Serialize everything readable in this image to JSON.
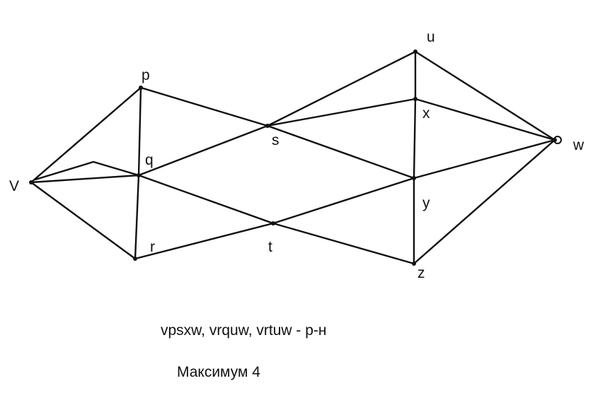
{
  "diagram": {
    "nodes": [
      {
        "id": "v",
        "label": "V"
      },
      {
        "id": "p",
        "label": "p"
      },
      {
        "id": "q",
        "label": "q"
      },
      {
        "id": "r",
        "label": "r"
      },
      {
        "id": "s",
        "label": "s"
      },
      {
        "id": "t",
        "label": "t"
      },
      {
        "id": "u",
        "label": "u"
      },
      {
        "id": "x",
        "label": "x"
      },
      {
        "id": "y",
        "label": "y"
      },
      {
        "id": "z",
        "label": "z"
      },
      {
        "id": "w",
        "label": "w"
      }
    ],
    "edges": [
      [
        "v",
        "p"
      ],
      [
        "v",
        "q"
      ],
      [
        "v",
        "r"
      ],
      [
        "p",
        "q"
      ],
      [
        "q",
        "r"
      ],
      [
        "p",
        "s"
      ],
      [
        "q",
        "s"
      ],
      [
        "q",
        "t"
      ],
      [
        "r",
        "t"
      ],
      [
        "s",
        "u"
      ],
      [
        "s",
        "x"
      ],
      [
        "s",
        "y"
      ],
      [
        "t",
        "y"
      ],
      [
        "t",
        "z"
      ],
      [
        "u",
        "x"
      ],
      [
        "x",
        "y"
      ],
      [
        "y",
        "z"
      ],
      [
        "u",
        "w"
      ],
      [
        "x",
        "w"
      ],
      [
        "y",
        "w"
      ],
      [
        "z",
        "w"
      ]
    ]
  },
  "notes": {
    "paths": "vpsxw, vrquw, vrtuw - р-н",
    "maximum": "Максимум 4"
  }
}
